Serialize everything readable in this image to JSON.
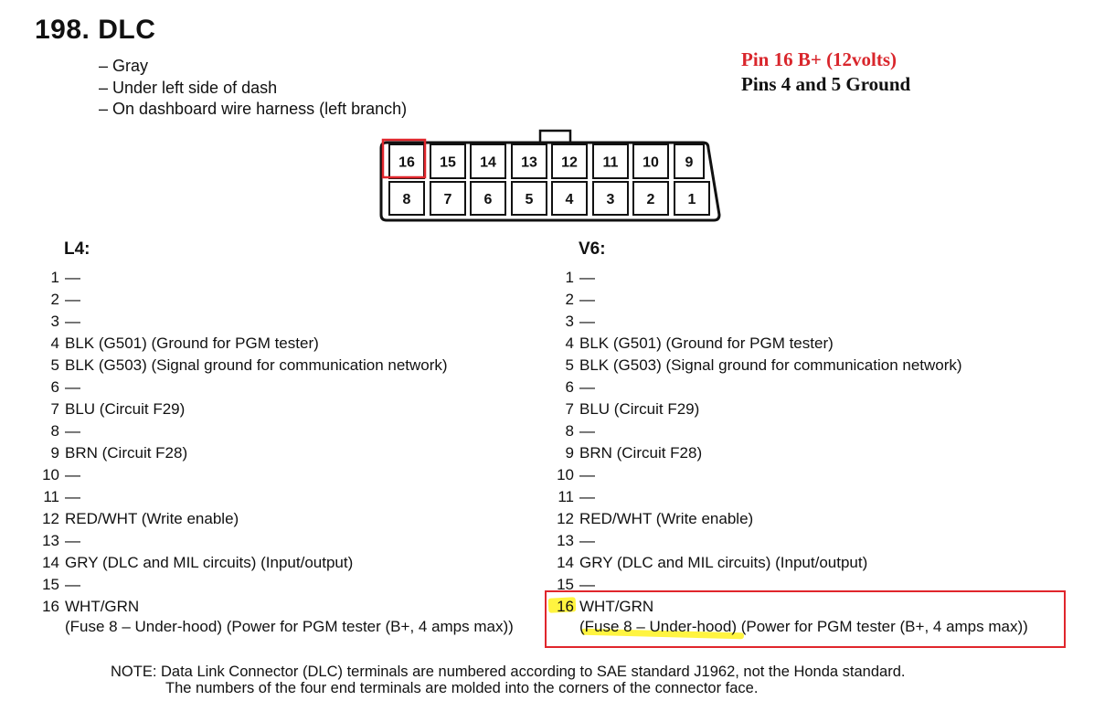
{
  "title": "198.  DLC",
  "properties": [
    "– Gray",
    "– Under left side of dash",
    "– On dashboard wire harness (left branch)"
  ],
  "annotation": {
    "line1": "Pin 16 B+ (12volts)",
    "line2": "Pins 4 and 5 Ground",
    "colors": {
      "red": "#d9262c",
      "highlight": "#fff000"
    }
  },
  "connector": {
    "top_row": [
      "16",
      "15",
      "14",
      "13",
      "12",
      "11",
      "10",
      "9"
    ],
    "bottom_row": [
      "8",
      "7",
      "6",
      "5",
      "4",
      "3",
      "2",
      "1"
    ],
    "highlighted_pin": "16"
  },
  "l4": {
    "heading": "L4:",
    "pins": [
      {
        "num": "1",
        "desc": "—"
      },
      {
        "num": "2",
        "desc": "—"
      },
      {
        "num": "3",
        "desc": "—"
      },
      {
        "num": "4",
        "desc": "BLK (G501) (Ground for PGM tester)"
      },
      {
        "num": "5",
        "desc": "BLK (G503) (Signal ground for communication network)"
      },
      {
        "num": "6",
        "desc": "—"
      },
      {
        "num": "7",
        "desc": "BLU (Circuit F29)"
      },
      {
        "num": "8",
        "desc": "—"
      },
      {
        "num": "9",
        "desc": "BRN (Circuit F28)"
      },
      {
        "num": "10",
        "desc": "—"
      },
      {
        "num": "11",
        "desc": "—"
      },
      {
        "num": "12",
        "desc": "RED/WHT (Write enable)"
      },
      {
        "num": "13",
        "desc": "—"
      },
      {
        "num": "14",
        "desc": "GRY (DLC and MIL circuits) (Input/output)"
      },
      {
        "num": "15",
        "desc": "—"
      },
      {
        "num": "16",
        "desc": "WHT/GRN"
      }
    ],
    "pin16_detail": "(Fuse 8 – Under-hood) (Power for PGM tester (B+, 4 amps max))"
  },
  "v6": {
    "heading": "V6:",
    "pins": [
      {
        "num": "1",
        "desc": "—"
      },
      {
        "num": "2",
        "desc": "—"
      },
      {
        "num": "3",
        "desc": "—"
      },
      {
        "num": "4",
        "desc": "BLK (G501) (Ground for PGM tester)"
      },
      {
        "num": "5",
        "desc": "BLK (G503) (Signal ground for communication network)"
      },
      {
        "num": "6",
        "desc": "—"
      },
      {
        "num": "7",
        "desc": "BLU (Circuit F29)"
      },
      {
        "num": "8",
        "desc": "—"
      },
      {
        "num": "9",
        "desc": "BRN (Circuit F28)"
      },
      {
        "num": "10",
        "desc": "—"
      },
      {
        "num": "11",
        "desc": "—"
      },
      {
        "num": "12",
        "desc": "RED/WHT (Write enable)"
      },
      {
        "num": "13",
        "desc": "—"
      },
      {
        "num": "14",
        "desc": "GRY (DLC and MIL circuits) (Input/output)"
      },
      {
        "num": "15",
        "desc": "—"
      },
      {
        "num": "16",
        "desc": "WHT/GRN"
      }
    ],
    "pin16_detail": "(Fuse 8 – Under-hood) (Power for PGM tester (B+, 4 amps max))"
  },
  "note": {
    "line1": "NOTE: Data Link Connector (DLC) terminals are numbered according to SAE standard J1962, not the Honda standard.",
    "line2": "The numbers of the four end terminals are molded into the corners of the connector face."
  }
}
